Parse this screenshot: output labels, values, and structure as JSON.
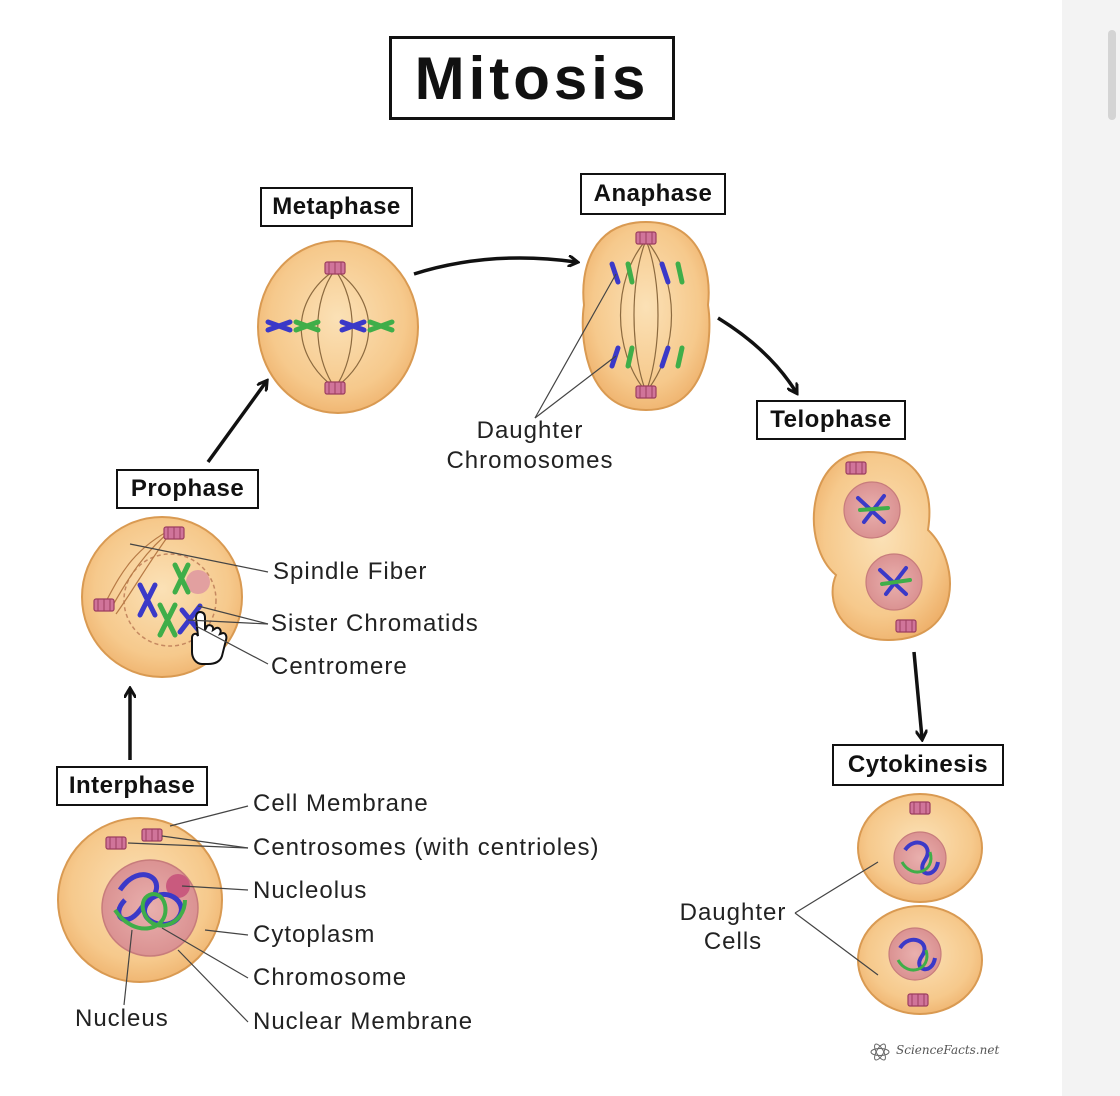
{
  "title": "Mitosis",
  "stages": {
    "interphase": "Interphase",
    "prophase": "Prophase",
    "metaphase": "Metaphase",
    "anaphase": "Anaphase",
    "telophase": "Telophase",
    "cytokinesis": "Cytokinesis"
  },
  "labels": {
    "cell_membrane": "Cell Membrane",
    "centrosomes": "Centrosomes (with centrioles)",
    "nucleolus": "Nucleolus",
    "cytoplasm": "Cytoplasm",
    "chromosome": "Chromosome",
    "nuclear_membrane": "Nuclear Membrane",
    "nucleus": "Nucleus",
    "spindle_fiber": "Spindle Fiber",
    "sister_chromatids": "Sister Chromatids",
    "centromere": "Centromere",
    "daughter_chromosomes_1": "Daughter",
    "daughter_chromosomes_2": "Chromosomes",
    "daughter_cells_1": "Daughter",
    "daughter_cells_2": "Cells"
  },
  "credit": "ScienceFacts.net",
  "colors": {
    "cell_fill": "#f6c98c",
    "cell_stroke": "#d99a52",
    "nucleus_fill": "#e2a0a0",
    "chromatid_blue": "#3b39c8",
    "chromatid_green": "#3fae49",
    "centrosome": "#b44a6a"
  },
  "icons": {
    "cursor": "hand-pointer-icon"
  }
}
